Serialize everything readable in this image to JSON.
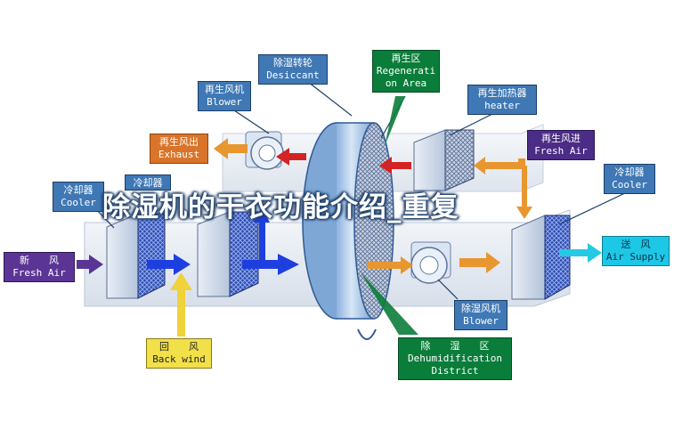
{
  "title": "除湿机的干衣功能介绍_重复",
  "labels": {
    "desiccant": {
      "cn": "除湿转轮",
      "en": "Desiccant"
    },
    "regen_area": {
      "cn": "再生区",
      "en1": "Regenerati",
      "en2": "on Area"
    },
    "regen_blower": {
      "cn": "再生风机",
      "en": "Blower"
    },
    "regen_heater": {
      "cn": "再生加热器",
      "en": "heater"
    },
    "regen_exhaust": {
      "cn": "再生风出",
      "en": "Exhaust"
    },
    "regen_fresh": {
      "cn": "再生风进",
      "en": "Fresh Air"
    },
    "cooler_left": {
      "cn": "冷却器",
      "en": "Cooler"
    },
    "cooler_mid": {
      "cn": "冷却器"
    },
    "cooler_right": {
      "cn": "冷却器",
      "en": "Cooler"
    },
    "fresh_air": {
      "cn": "新　　风",
      "en": "Fresh Air"
    },
    "back_wind": {
      "cn": "回　　风",
      "en": "Back wind"
    },
    "supply": {
      "cn": "送　风",
      "en": "Air Supply"
    },
    "dehum_blower": {
      "cn": "除湿风机",
      "en": "Blower"
    },
    "dehum_district": {
      "cn": "除　　湿　　区",
      "en1": "Dehumidification",
      "en2": "District"
    }
  },
  "colors": {
    "label_blue": "#3f78b5",
    "exhaust_orange": "#d9742a",
    "fresh_purple": "#4b2c86",
    "supply_cyan": "#1ec7e6",
    "back_yellow": "#f2e04a",
    "dehum_green": "#0b7d3a",
    "arrow_red": "#d42323",
    "arrow_blue": "#1e3fe0",
    "arrow_orange": "#e8962f"
  }
}
